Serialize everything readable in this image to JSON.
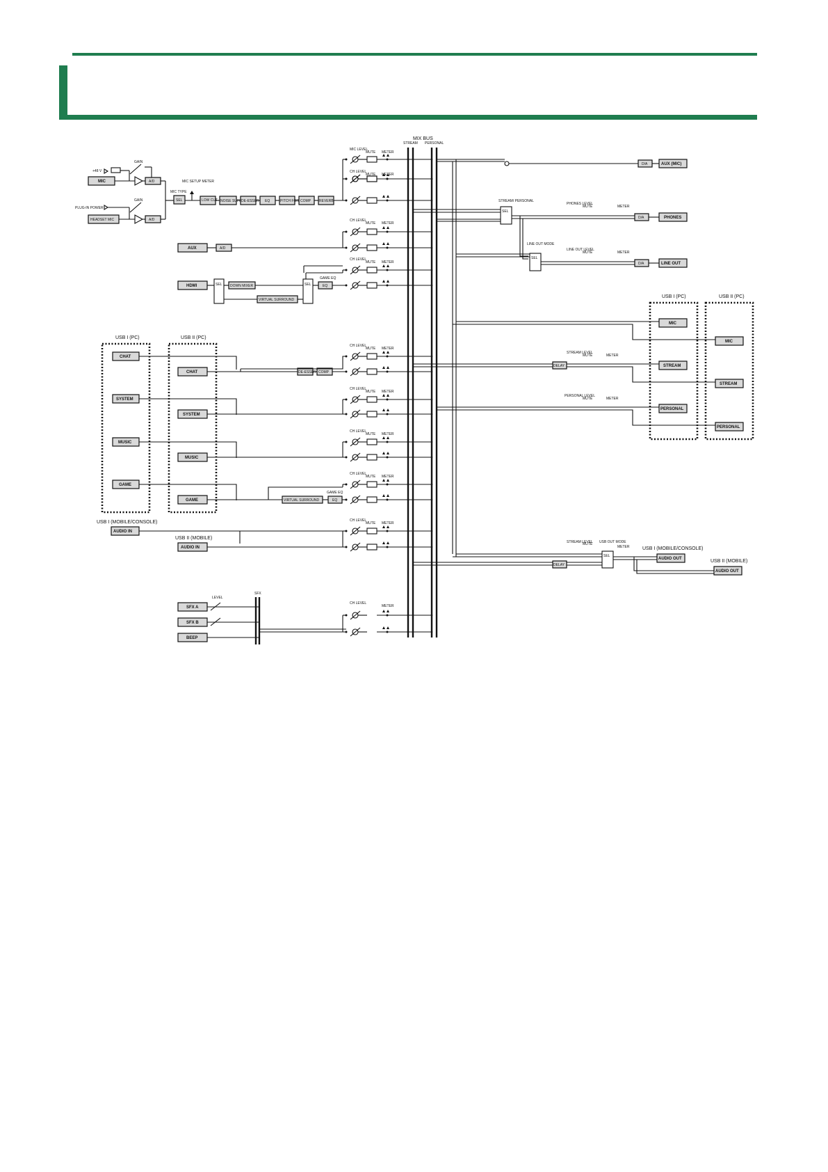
{
  "labels": {
    "mix_bus": "MIX BUS",
    "stream": "STREAM",
    "personal": "PERSONAL",
    "mic_level": "MIC LEVEL",
    "ch_level": "CH LEVEL",
    "mute": "MUTE",
    "meter": "METER",
    "gain": "GAIN",
    "phantom": "+48 V",
    "plugin_power": "PLUG-IN POWER",
    "mic_type": "MIC TYPE",
    "mic_setup_meter": "MIC SETUP METER",
    "sel": "SEL",
    "ad": "A/D",
    "da": "D/A",
    "lowcut": "LOW CUT",
    "noise_sup": "NOISE SUPPRESSOR",
    "deesser": "DE-ESSER",
    "eq": "EQ",
    "pitch": "PITCH FORMANT",
    "comp": "COMP",
    "reverb": "REVERB",
    "game_eq": "GAME EQ",
    "down_mixer": "DOWN MIXER",
    "virtual_surround": "VIRTUAL SURROUND",
    "delay": "DELAY",
    "level": "LEVEL",
    "sfx": "SFX",
    "stream_personal": "STREAM/ PERSONAL",
    "phones_level": "PHONES LEVEL",
    "lineout_mode": "LINE OUT MODE",
    "lineout_level": "LINE OUT LEVEL",
    "stream_level": "STREAM LEVEL",
    "personal_level": "PERSONAL LEVEL",
    "usbout_mode": "USB OUT MODE"
  },
  "inputs": {
    "mic": "MIC",
    "headset_mic": "HEADSET MIC",
    "aux": "AUX",
    "hdmi": "HDMI",
    "sfx_a": "SFX A",
    "sfx_b": "SFX B",
    "beep": "BEEP"
  },
  "usb_groups": {
    "usb1_pc": "USB I (PC)",
    "usb2_pc": "USB II (PC)",
    "usb1_mobile_console": "USB I (MOBILE/CONSOLE)",
    "usb2_mobile": "USB II (MOBILE)"
  },
  "usb_channels": {
    "chat": "CHAT",
    "system": "SYSTEM",
    "music": "MUSIC",
    "game": "GAME",
    "audio_in": "AUDIO IN"
  },
  "outputs": {
    "aux_mic": "AUX (MIC)",
    "phones": "PHONES",
    "line_out": "LINE OUT",
    "mic": "MIC",
    "stream": "STREAM",
    "personal": "PERSONAL",
    "audio_out": "AUDIO OUT"
  },
  "colors": {
    "accent_green": "#1f7d4f",
    "block_fill": "#d9d9d9"
  }
}
